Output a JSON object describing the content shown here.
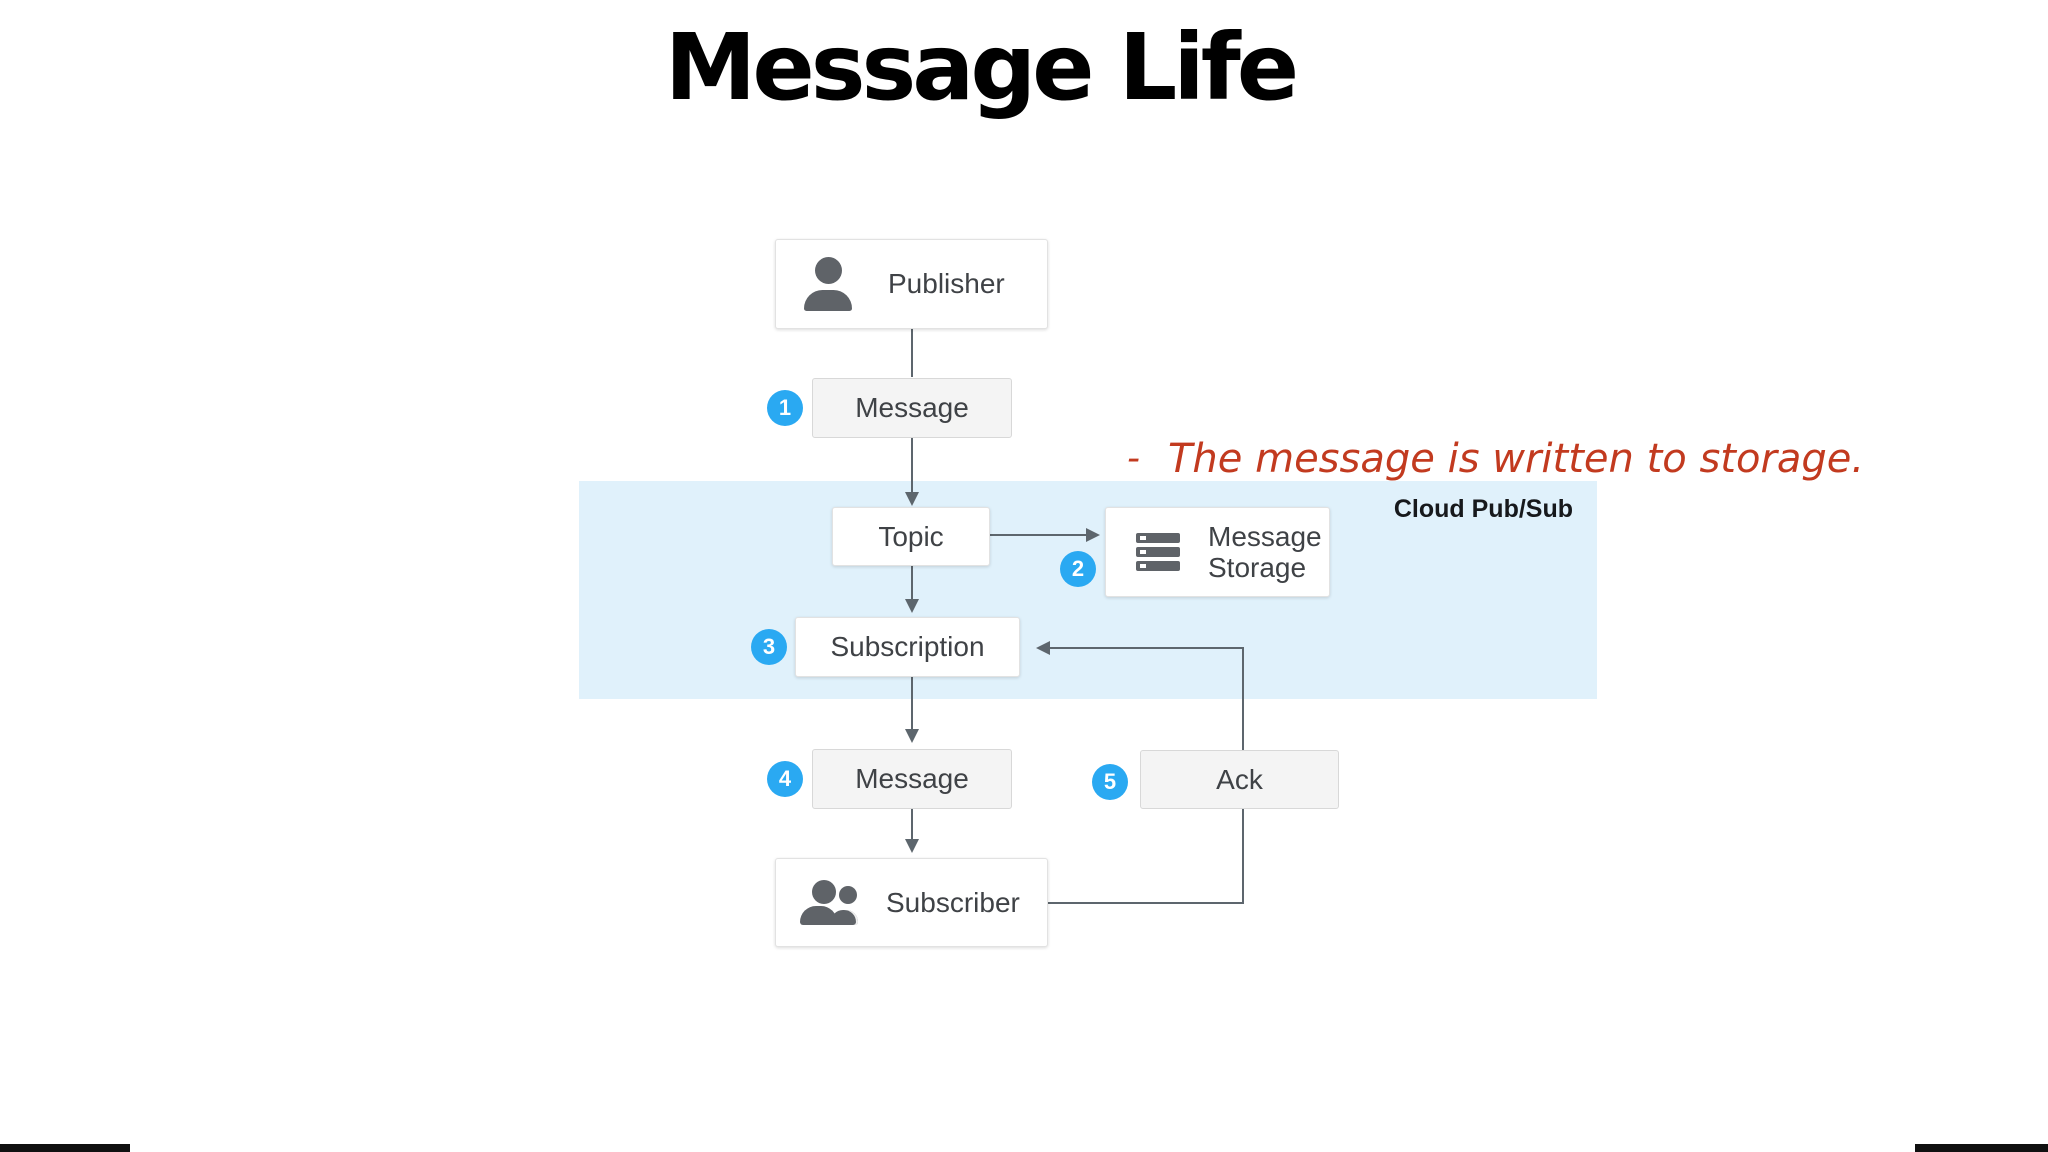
{
  "slide": {
    "title": "Message Life",
    "annotation": {
      "bullet": "-",
      "text": "The message is written to storage."
    }
  },
  "diagram": {
    "band_label": "Cloud Pub/Sub",
    "nodes": {
      "publisher": {
        "label": "Publisher",
        "icon": "person-icon"
      },
      "message_in": {
        "label": "Message",
        "badge": "1"
      },
      "topic": {
        "label": "Topic"
      },
      "storage": {
        "label_line1": "Message",
        "label_line2": "Storage",
        "badge": "2",
        "icon": "server-icon"
      },
      "subscription": {
        "label": "Subscription",
        "badge": "3"
      },
      "message_out": {
        "label": "Message",
        "badge": "4"
      },
      "ack": {
        "label": "Ack",
        "badge": "5"
      },
      "subscriber": {
        "label": "Subscriber",
        "icon": "people-icon"
      }
    },
    "colors": {
      "badge_blue": "#2aa9f2",
      "band_blue": "#e0f1fb",
      "annotation_red": "#c23a1f",
      "line_gray": "#5d666d",
      "icon_gray": "#5f6368"
    }
  }
}
